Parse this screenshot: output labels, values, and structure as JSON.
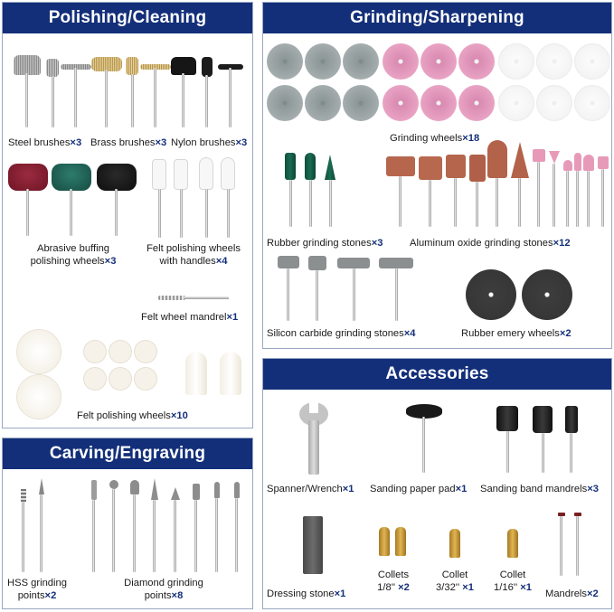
{
  "sections": {
    "polishing": "Polishing/Cleaning",
    "grinding": "Grinding/Sharpening",
    "carving": "Carving/Engraving",
    "accessories": "Accessories"
  },
  "polishing": {
    "steel_brushes": {
      "name": "Steel brushes",
      "qty": "×3"
    },
    "brass_brushes": {
      "name": "Brass brushes",
      "qty": "×3"
    },
    "nylon_brushes": {
      "name": "Nylon brushes",
      "qty": "×3"
    },
    "abrasive_buffing": {
      "line1": "Abrasive buffing",
      "line2": "polishing wheels",
      "qty": "×3"
    },
    "felt_handles": {
      "line1": "Felt polishing wheels",
      "line2": "with handles",
      "qty": "×4"
    },
    "felt_mandrel": {
      "name": "Felt wheel mandrel",
      "qty": "×1"
    },
    "felt_wheels": {
      "name": "Felt polishing wheels",
      "qty": "×10"
    }
  },
  "grinding": {
    "grinding_wheels": {
      "name": "Grinding wheels",
      "qty": "×18"
    },
    "rubber_stones": {
      "name": "Rubber grinding stones",
      "qty": "×3"
    },
    "aluminum_stones": {
      "name": "Aluminum oxide grinding stones",
      "qty": "×12"
    },
    "silicon_stones": {
      "name": "Silicon carbide grinding stones",
      "qty": "×4"
    },
    "emery_wheels": {
      "name": "Rubber emery wheels",
      "qty": "×2"
    }
  },
  "carving": {
    "hss": {
      "line1": "HSS grinding",
      "line2": "points",
      "qty": "×2"
    },
    "diamond": {
      "line1": "Diamond grinding",
      "line2": "points",
      "qty": "×8"
    }
  },
  "accessories": {
    "spanner": {
      "name": "Spanner/Wrench",
      "qty": "×1"
    },
    "sanding_pad": {
      "name": "Sanding paper pad",
      "qty": "×1"
    },
    "band_mandrels": {
      "name": "Sanding band mandrels",
      "qty": "×3"
    },
    "dressing": {
      "name": "Dressing stone",
      "qty": "×1"
    },
    "collet1": {
      "line1": "Collets",
      "line2": "1/8''",
      "qty": "×2"
    },
    "collet2": {
      "line1": "Collet",
      "line2": "3/32''",
      "qty": "×1"
    },
    "collet3": {
      "line1": "Collet",
      "line2": "1/16''",
      "qty": "×1"
    },
    "mandrels": {
      "name": "Mandrels",
      "qty": "×2"
    }
  },
  "colors": {
    "header_bg": "#132f79",
    "border": "#9aa7c4",
    "qty_text": "#132f79"
  }
}
